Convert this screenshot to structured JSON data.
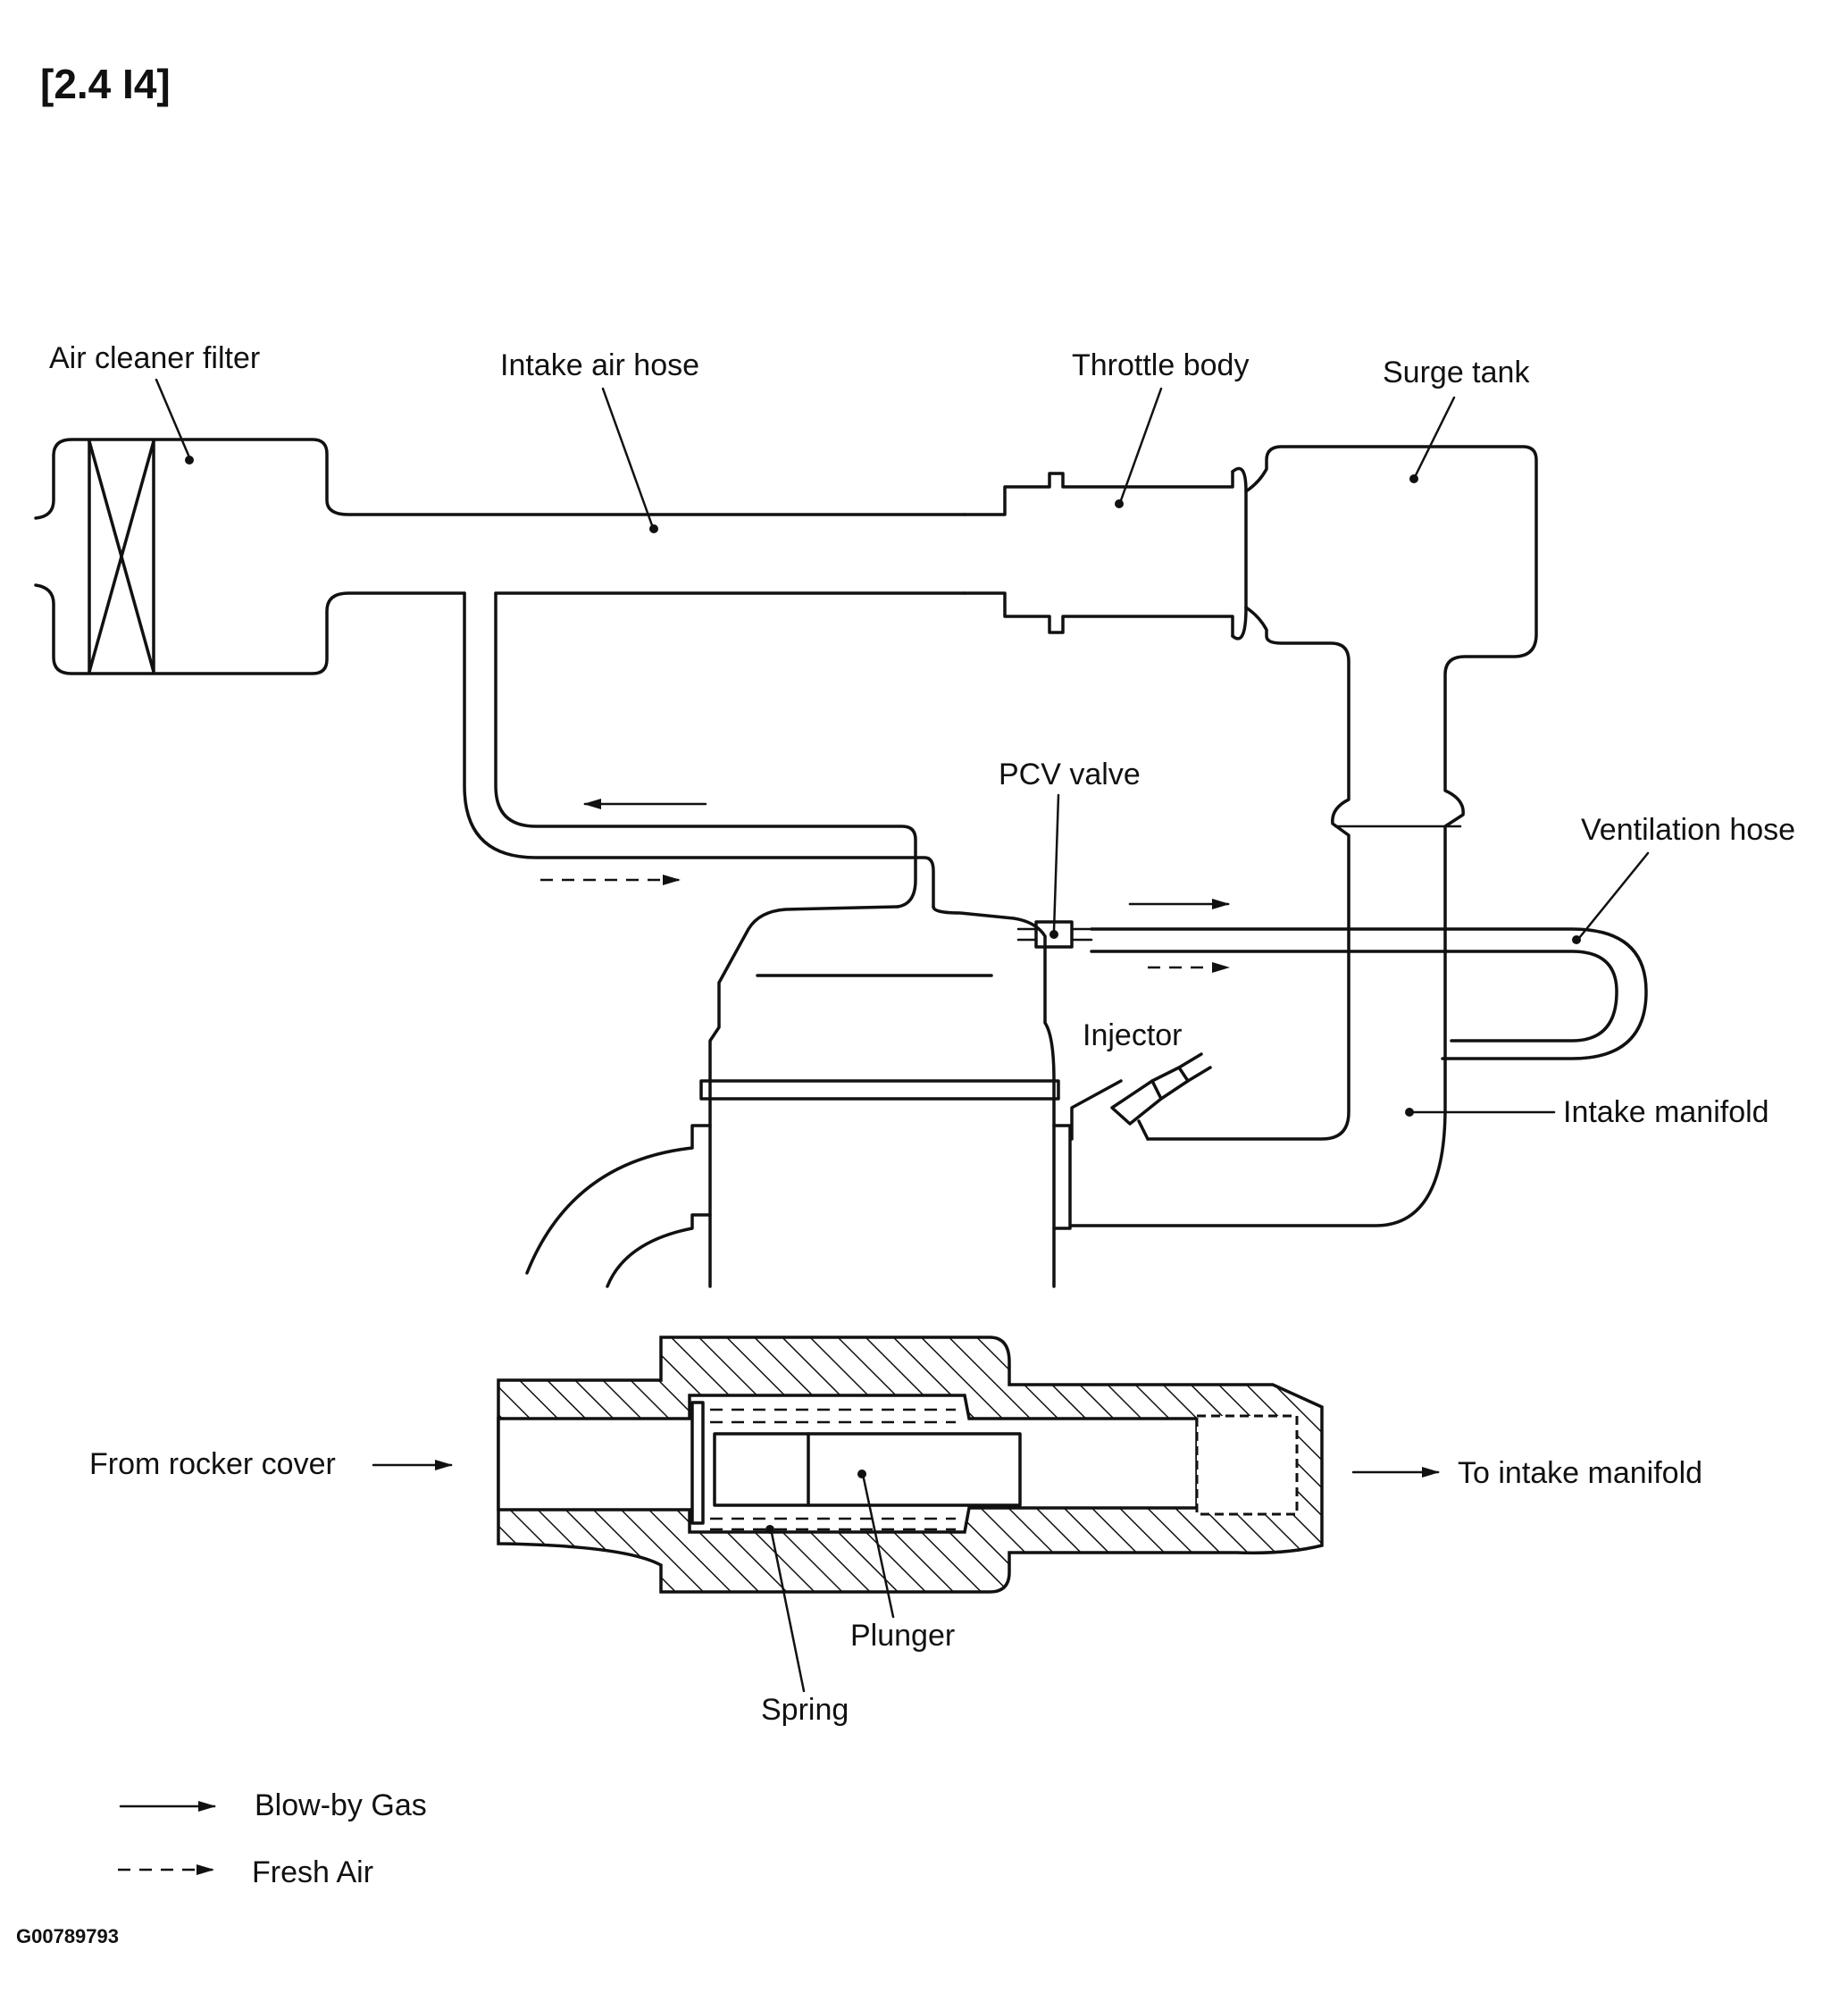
{
  "header": {
    "title": "[2.4 I4]"
  },
  "labels": {
    "air_cleaner_filter": "Air cleaner filter",
    "intake_air_hose": "Intake air hose",
    "throttle_body": "Throttle body",
    "surge_tank": "Surge tank",
    "pcv_valve": "PCV valve",
    "ventilation_hose": "Ventilation hose",
    "injector": "Injector",
    "intake_manifold": "Intake manifold",
    "from_rocker_cover": "From rocker cover",
    "to_intake_manifold": "To intake manifold",
    "plunger": "Plunger",
    "spring": "Spring"
  },
  "legend": {
    "blow_by_gas": "Blow-by Gas",
    "fresh_air": "Fresh Air"
  },
  "footer": {
    "figure_id": "G00789793"
  }
}
